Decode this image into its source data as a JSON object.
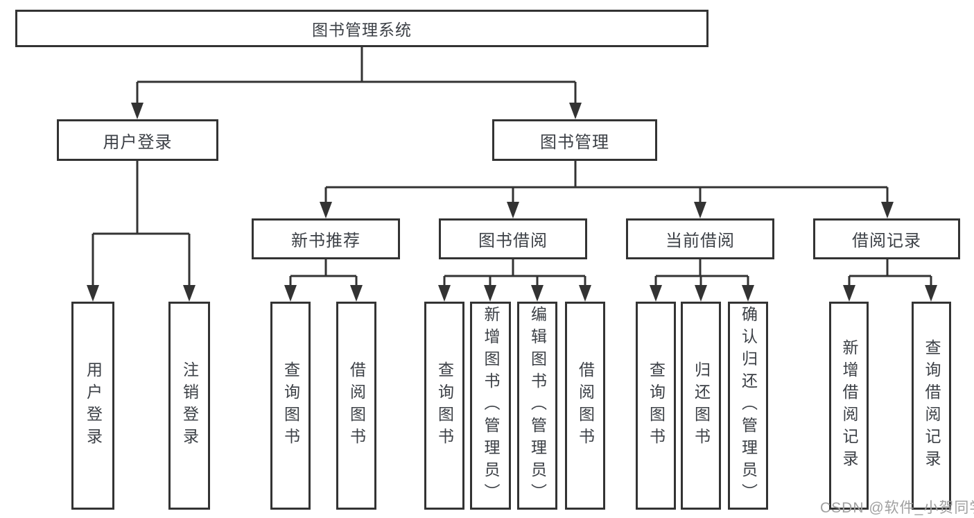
{
  "diagram": {
    "root": {
      "label": "图书管理系统",
      "children": [
        {
          "label": "用户登录",
          "children": [
            {
              "label": "用户登录"
            },
            {
              "label": "注销登录"
            }
          ]
        },
        {
          "label": "图书管理",
          "children": [
            {
              "label": "新书推荐",
              "children": [
                {
                  "label": "查询图书"
                },
                {
                  "label": "借阅图书"
                }
              ]
            },
            {
              "label": "图书借阅",
              "children": [
                {
                  "label": "查询图书"
                },
                {
                  "label": "新增图书（管理员）"
                },
                {
                  "label": "编辑图书（管理员）"
                },
                {
                  "label": "借阅图书"
                }
              ]
            },
            {
              "label": "当前借阅",
              "children": [
                {
                  "label": "查询图书"
                },
                {
                  "label": "归还图书"
                },
                {
                  "label": "确认归还（管理员）"
                }
              ]
            },
            {
              "label": "借阅记录",
              "children": [
                {
                  "label": "新增借阅记录"
                },
                {
                  "label": "查询借阅记录"
                }
              ]
            }
          ]
        }
      ]
    }
  },
  "watermark": {
    "text": "CSDN @软件_小贺同学"
  },
  "colors": {
    "line": "#333333",
    "box_border": "#333333",
    "box_text": "#3c4046",
    "watermark": "#a0a0a0",
    "background": "#ffffff"
  }
}
